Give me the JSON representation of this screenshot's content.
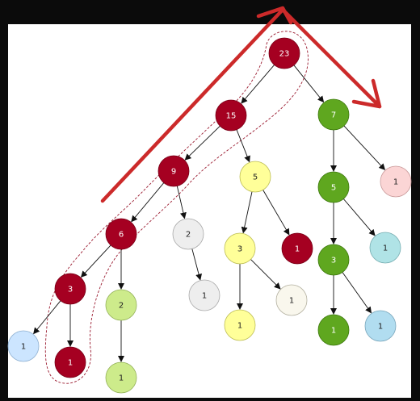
{
  "tree": {
    "nodes": [
      {
        "id": "n23",
        "label": "23",
        "fill": "#a50021",
        "text": "#ffffff",
        "stroke": "#7a0017"
      },
      {
        "id": "n15",
        "label": "15",
        "fill": "#a50021",
        "text": "#ffffff",
        "stroke": "#7a0017"
      },
      {
        "id": "n7",
        "label": "7",
        "fill": "#5fa71f",
        "text": "#ffffff",
        "stroke": "#3f7a10"
      },
      {
        "id": "n9",
        "label": "9",
        "fill": "#a50021",
        "text": "#ffffff",
        "stroke": "#7a0017"
      },
      {
        "id": "n5y",
        "label": "5",
        "fill": "#ffff99",
        "text": "#222222",
        "stroke": "#bdbd55"
      },
      {
        "id": "n5g",
        "label": "5",
        "fill": "#5fa71f",
        "text": "#ffffff",
        "stroke": "#3f7a10"
      },
      {
        "id": "n1p",
        "label": "1",
        "fill": "#fbd5d5",
        "text": "#222222",
        "stroke": "#c99a9a"
      },
      {
        "id": "n6",
        "label": "6",
        "fill": "#a50021",
        "text": "#ffffff",
        "stroke": "#7a0017"
      },
      {
        "id": "n2w",
        "label": "2",
        "fill": "#eeeeee",
        "text": "#222222",
        "stroke": "#a9a9a9"
      },
      {
        "id": "n3y",
        "label": "3",
        "fill": "#ffff99",
        "text": "#222222",
        "stroke": "#bdbd55"
      },
      {
        "id": "n1r",
        "label": "1",
        "fill": "#a50021",
        "text": "#ffffff",
        "stroke": "#7a0017"
      },
      {
        "id": "n3g",
        "label": "3",
        "fill": "#5fa71f",
        "text": "#ffffff",
        "stroke": "#3f7a10"
      },
      {
        "id": "n1c1",
        "label": "1",
        "fill": "#b0e3e6",
        "text": "#222222",
        "stroke": "#78aeb2"
      },
      {
        "id": "n3r",
        "label": "3",
        "fill": "#a50021",
        "text": "#ffffff",
        "stroke": "#7a0017"
      },
      {
        "id": "n2lg",
        "label": "2",
        "fill": "#cdeb8b",
        "text": "#222222",
        "stroke": "#94b25a"
      },
      {
        "id": "n1w1",
        "label": "1",
        "fill": "#eeeeee",
        "text": "#222222",
        "stroke": "#a9a9a9"
      },
      {
        "id": "n1y",
        "label": "1",
        "fill": "#ffff99",
        "text": "#222222",
        "stroke": "#bdbd55"
      },
      {
        "id": "n1w2",
        "label": "1",
        "fill": "#f9f7ed",
        "text": "#222222",
        "stroke": "#b3b0a0"
      },
      {
        "id": "n1g",
        "label": "1",
        "fill": "#5fa71f",
        "text": "#ffffff",
        "stroke": "#3f7a10"
      },
      {
        "id": "n1c2",
        "label": "1",
        "fill": "#b1ddf0",
        "text": "#222222",
        "stroke": "#7aa6bb"
      },
      {
        "id": "n1b",
        "label": "1",
        "fill": "#cce5ff",
        "text": "#222222",
        "stroke": "#8fb0d1"
      },
      {
        "id": "n1r2",
        "label": "1",
        "fill": "#a50021",
        "text": "#ffffff",
        "stroke": "#7a0017"
      },
      {
        "id": "n1lg",
        "label": "1",
        "fill": "#cdeb8b",
        "text": "#222222",
        "stroke": "#94b25a"
      }
    ],
    "edges": [
      [
        "n23",
        "n15"
      ],
      [
        "n23",
        "n7"
      ],
      [
        "n15",
        "n9"
      ],
      [
        "n15",
        "n5y"
      ],
      [
        "n7",
        "n5g"
      ],
      [
        "n7",
        "n1p"
      ],
      [
        "n9",
        "n6"
      ],
      [
        "n9",
        "n2w"
      ],
      [
        "n5y",
        "n3y"
      ],
      [
        "n5y",
        "n1r"
      ],
      [
        "n5g",
        "n3g"
      ],
      [
        "n5g",
        "n1c1"
      ],
      [
        "n6",
        "n3r"
      ],
      [
        "n6",
        "n2lg"
      ],
      [
        "n2w",
        "n1w1"
      ],
      [
        "n3y",
        "n1y"
      ],
      [
        "n3y",
        "n1w2"
      ],
      [
        "n3g",
        "n1g"
      ],
      [
        "n3g",
        "n1c2"
      ],
      [
        "n3r",
        "n1b"
      ],
      [
        "n3r",
        "n1r2"
      ],
      [
        "n2lg",
        "n1lg"
      ]
    ]
  },
  "colors": {
    "edge": "#111111",
    "annotation": "#cc2a2a",
    "highlight": "#9b1b30"
  }
}
